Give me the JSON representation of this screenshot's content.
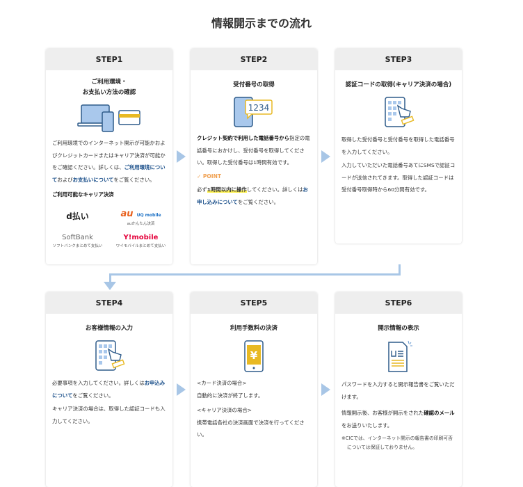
{
  "title": "情報開示までの流れ",
  "steps": [
    {
      "label": "STEP1",
      "sub1": "ご利用環境・",
      "sub2": "お支払い方法の確認",
      "p1a": "ご利用環境でのインターネット開示が可能かおよびクレジットカードまたはキャリア決済が可能かをご確認ください。詳しくは、",
      "p1link1": "ご利用環境について",
      "p1b": "および",
      "p1link2": "お支払いについて",
      "p1c": "をご覧ください。",
      "carrier_heading": "ご利用可能なキャリア決済",
      "carriers": [
        {
          "name": "d払い",
          "caption": ""
        },
        {
          "name": "au",
          "name2": "UQ mobile",
          "caption": "auかんたん決済"
        },
        {
          "name": "SoftBank",
          "caption": "ソフトバンクまとめて支払い"
        },
        {
          "name": "Y!mobile",
          "caption": "ワイモバイルまとめて支払い"
        }
      ]
    },
    {
      "label": "STEP2",
      "sub1": "受付番号の取得",
      "bubble": "1234",
      "p1b": "クレジット契約で利用した電話番号から",
      "p1": "指定の電話番号におかけし、受付番号を取得してください。取得した受付番号は1時間有効です。",
      "point": "POINT",
      "p2a": "必ず",
      "p2hl": "1時間以内に操作",
      "p2b": "してください。詳しくは",
      "p2link": "お申し込みについて",
      "p2c": "をご覧ください。"
    },
    {
      "label": "STEP3",
      "sub1": "認証コードの取得(キャリア決済の場合)",
      "p1": "取得した受付番号と受付番号を取得した電話番号を入力してください。",
      "p2": "入力していただいた電話番号あてにSMSで認証コードが送信されてきます。取得した認証コードは受付番号取得時から60分間有効です。"
    },
    {
      "label": "STEP4",
      "sub1": "お客様情報の入力",
      "p1a": "必要事項を入力してください。詳しくは",
      "p1link": "お申込みについて",
      "p1b": "をご覧ください。",
      "p2": "キャリア決済の場合は、取得した認証コードも入力してください。"
    },
    {
      "label": "STEP5",
      "sub1": "利用手数料の決済",
      "yen": "¥",
      "p1h": "<カード決済の場合>",
      "p1": "自動的に決済が終了します。",
      "p2h": "<キャリア決済の場合>",
      "p2": "携帯電話各社の決済画面で決済を行ってください。"
    },
    {
      "label": "STEP6",
      "sub1": "開示情報の表示",
      "p1": "パスワードを入力すると開示報告書をご覧いただけます。",
      "p2a": "情報開示後、お客様が開示をされた",
      "p2b": "確認のメール",
      "p2c": "をお送りいたします。",
      "note": "※CICでは、インターネット開示の報告書の印刷可否については保証しておりません。"
    }
  ],
  "colors": {
    "arrow": "#a8c6e6",
    "link": "#1a4f8a",
    "icon_blue": "#2e5b8a",
    "icon_fill": "#a9c8ec",
    "accent_yellow": "#e8b923"
  }
}
